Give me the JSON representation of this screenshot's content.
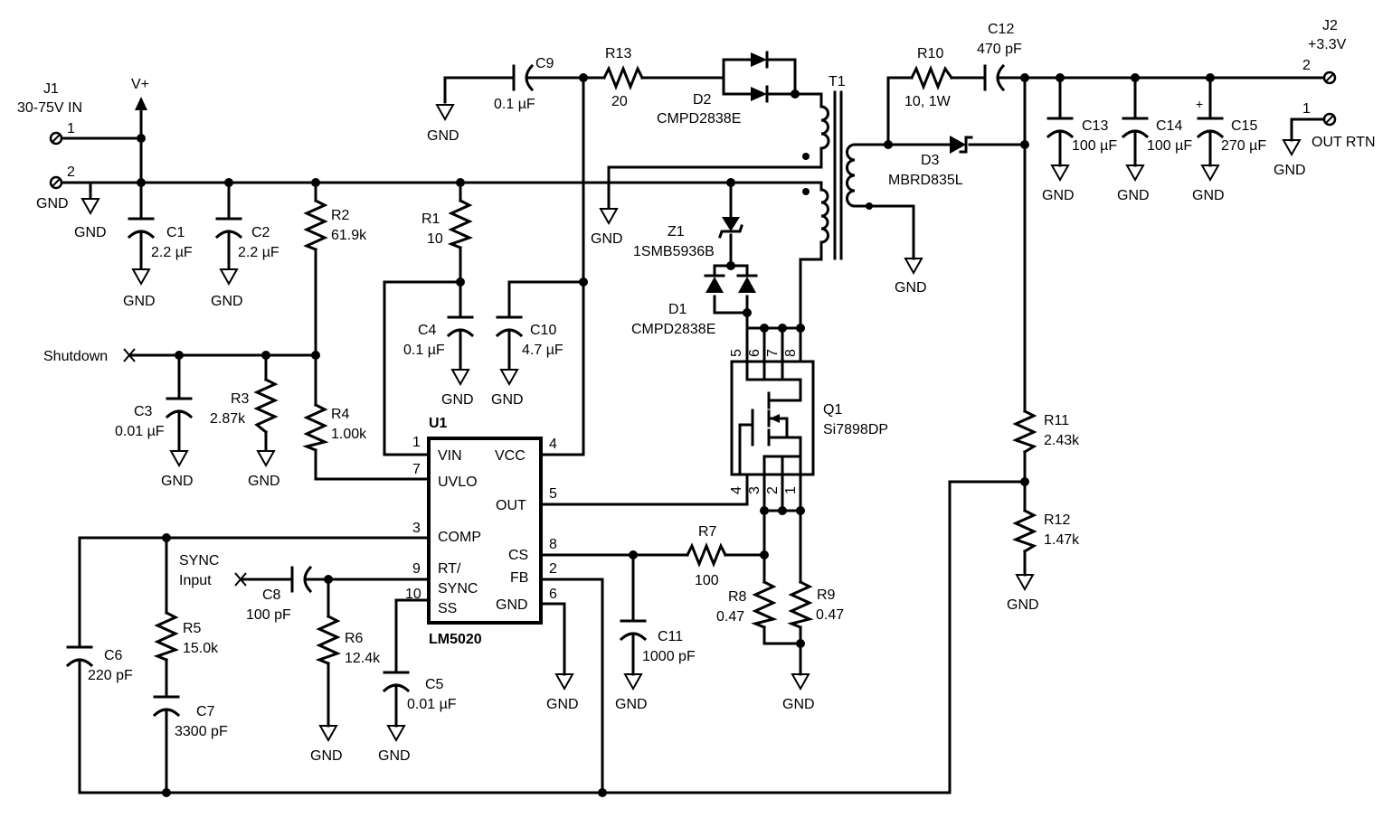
{
  "labels": {
    "J1": "J1",
    "J1_desc": "30-75V IN",
    "J1_pin1": "1",
    "J1_pin2": "2",
    "vplus": "V+",
    "J2": "J2",
    "J2_desc": "+3.3V",
    "J2_pin2": "2",
    "J2_pin1": "1",
    "out_rtn": "OUT RTN",
    "C1": "C1",
    "C1_val": "2.2 µF",
    "C2": "C2",
    "C2_val": "2.2 µF",
    "R2": "R2",
    "R2_val": "61.9k",
    "R1": "R1",
    "R1_val": "10",
    "C9": "C9",
    "C9_val": "0.1 µF",
    "R13": "R13",
    "R13_val": "20",
    "D2": "D2",
    "D2_val": "CMPD2838E",
    "T1": "T1",
    "R10": "R10",
    "R10_val": "10, 1W",
    "C12": "C12",
    "C12_val": "470 pF",
    "D3": "D3",
    "D3_val": "MBRD835L",
    "C13": "C13",
    "C13_val": "100 µF",
    "C14": "C14",
    "C14_val": "100 µF",
    "C15": "C15",
    "C15_val": "270 µF",
    "Z1": "Z1",
    "Z1_val": "1SMB5936B",
    "D1": "D1",
    "D1_val": "CMPD2838E",
    "C4": "C4",
    "C4_val": "0.1 µF",
    "C10": "C10",
    "C10_val": "4.7 µF",
    "shutdown": "Shutdown",
    "C3": "C3",
    "C3_val": "0.01 µF",
    "R3": "R3",
    "R3_val": "2.87k",
    "R4": "R4",
    "R4_val": "1.00k",
    "U1": "U1",
    "U1_part": "LM5020",
    "pin_vin": "VIN",
    "pin_uvlo": "UVLO",
    "pin_comp": "COMP",
    "pin_rt": "RT/",
    "pin_sync": "SYNC",
    "pin_ss": "SS",
    "pin_vcc": "VCC",
    "pin_out": "OUT",
    "pin_cs": "CS",
    "pin_fb": "FB",
    "pin_gnd": "GND",
    "pn1": "1",
    "pn7": "7",
    "pn3": "3",
    "pn9": "9",
    "pn10": "10",
    "pn4": "4",
    "pn5": "5",
    "pn8": "8",
    "pn2": "2",
    "pn6": "6",
    "Q1": "Q1",
    "Q1_val": "Si7898DP",
    "qp5": "5",
    "qp6": "6",
    "qp7": "7",
    "qp8": "8",
    "qp4": "4",
    "qp3": "3",
    "qp2": "2",
    "qp1": "1",
    "R7": "R7",
    "R7_val": "100",
    "R8": "R8",
    "R8_val": "0.47",
    "R9": "R9",
    "R9_val": "0.47",
    "C11": "C11",
    "C11_val": "1000 pF",
    "R11": "R11",
    "R11_val": "2.43k",
    "R12": "R12",
    "R12_val": "1.47k",
    "sync_in1": "SYNC",
    "sync_in2": "Input",
    "C8": "C8",
    "C8_val": "100 pF",
    "R6": "R6",
    "R6_val": "12.4k",
    "C5": "C5",
    "C5_val": "0.01 µF",
    "C6": "C6",
    "C6_val": "220 pF",
    "R5": "R5",
    "R5_val": "15.0k",
    "C7": "C7",
    "C7_val": "3300 pF",
    "gnd": "GND"
  }
}
